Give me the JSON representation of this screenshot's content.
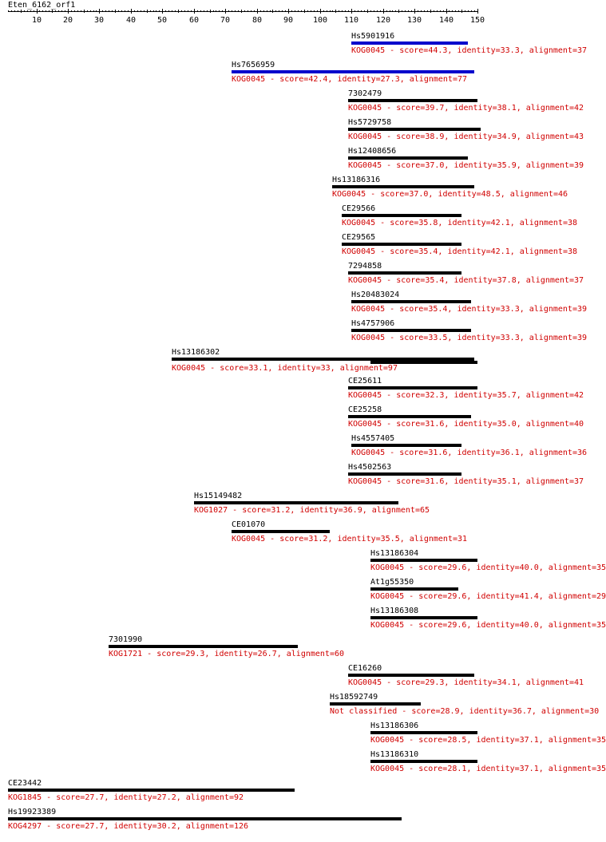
{
  "title": "Eten_6162_orf1",
  "axis": {
    "min": 1,
    "max": 150,
    "ticks": [
      10,
      20,
      30,
      40,
      50,
      60,
      70,
      80,
      90,
      100,
      110,
      120,
      130,
      140,
      150
    ]
  },
  "colors": {
    "bar_blue": "#0000cc",
    "bar_black": "#000000",
    "desc_red": "#d00000"
  },
  "hits": [
    {
      "name": "Hs5901916",
      "start": 110,
      "end": 147,
      "color": "blue",
      "desc": "KOG0045 - score=44.3, identity=33.3, alignment=37"
    },
    {
      "name": "Hs7656959",
      "start": 72,
      "end": 149,
      "color": "blue",
      "desc": "KOG0045 - score=42.4, identity=27.3, alignment=77"
    },
    {
      "name": "7302479",
      "start": 109,
      "end": 150,
      "color": "black",
      "desc": "KOG0045 - score=39.7, identity=38.1, alignment=42"
    },
    {
      "name": "Hs5729758",
      "start": 109,
      "end": 151,
      "color": "black",
      "desc": "KOG0045 - score=38.9, identity=34.9, alignment=43"
    },
    {
      "name": "Hs12408656",
      "start": 109,
      "end": 147,
      "color": "black",
      "desc": "KOG0045 - score=37.0, identity=35.9, alignment=39"
    },
    {
      "name": "Hs13186316",
      "start": 104,
      "end": 149,
      "color": "black",
      "desc": "KOG0045 - score=37.0, identity=48.5, alignment=46"
    },
    {
      "name": "CE29566",
      "start": 107,
      "end": 145,
      "color": "black",
      "desc": "KOG0045 - score=35.8, identity=42.1, alignment=38"
    },
    {
      "name": "CE29565",
      "start": 107,
      "end": 145,
      "color": "black",
      "desc": "KOG0045 - score=35.4, identity=42.1, alignment=38"
    },
    {
      "name": "7294858",
      "start": 109,
      "end": 145,
      "color": "black",
      "desc": "KOG0045 - score=35.4, identity=37.8, alignment=37"
    },
    {
      "name": "Hs20483024",
      "start": 110,
      "end": 148,
      "color": "black",
      "desc": "KOG0045 - score=35.4, identity=33.3, alignment=39"
    },
    {
      "name": "Hs4757906",
      "start": 110,
      "end": 148,
      "color": "black",
      "desc": "KOG0045 - score=33.5, identity=33.3, alignment=39"
    },
    {
      "name": "Hs13186302",
      "start": 53,
      "end": 149,
      "color": "black",
      "second": [
        116,
        150
      ],
      "desc": "KOG0045 - score=33.1, identity=33, alignment=97"
    },
    {
      "name": "CE25611",
      "start": 109,
      "end": 150,
      "color": "black",
      "desc": "KOG0045 - score=32.3, identity=35.7, alignment=42"
    },
    {
      "name": "CE25258",
      "start": 109,
      "end": 148,
      "color": "black",
      "desc": "KOG0045 - score=31.6, identity=35.0, alignment=40"
    },
    {
      "name": "Hs4557405",
      "start": 110,
      "end": 145,
      "color": "black",
      "desc": "KOG0045 - score=31.6, identity=36.1, alignment=36"
    },
    {
      "name": "Hs4502563",
      "start": 109,
      "end": 145,
      "color": "black",
      "desc": "KOG0045 - score=31.6, identity=35.1, alignment=37"
    },
    {
      "name": "Hs15149482",
      "start": 60,
      "end": 125,
      "color": "black",
      "desc": "KOG1027 - score=31.2, identity=36.9, alignment=65"
    },
    {
      "name": "CE01070",
      "start": 72,
      "end": 103,
      "color": "black",
      "desc": "KOG0045 - score=31.2, identity=35.5, alignment=31"
    },
    {
      "name": "Hs13186304",
      "start": 116,
      "end": 150,
      "color": "black",
      "desc": "KOG0045 - score=29.6, identity=40.0, alignment=35"
    },
    {
      "name": "At1g55350",
      "start": 116,
      "end": 144,
      "color": "black",
      "desc": "KOG0045 - score=29.6, identity=41.4, alignment=29"
    },
    {
      "name": "Hs13186308",
      "start": 116,
      "end": 150,
      "color": "black",
      "desc": "KOG0045 - score=29.6, identity=40.0, alignment=35"
    },
    {
      "name": "7301990",
      "start": 33,
      "end": 93,
      "color": "black",
      "desc": "KOG1721 - score=29.3, identity=26.7, alignment=60"
    },
    {
      "name": "CE16260",
      "start": 109,
      "end": 149,
      "color": "black",
      "desc": "KOG0045 - score=29.3, identity=34.1, alignment=41"
    },
    {
      "name": "Hs18592749",
      "start": 103,
      "end": 132,
      "color": "black",
      "desc": "Not classified - score=28.9, identity=36.7, alignment=30"
    },
    {
      "name": "Hs13186306",
      "start": 116,
      "end": 150,
      "color": "black",
      "desc": "KOG0045 - score=28.5, identity=37.1, alignment=35"
    },
    {
      "name": "Hs13186310",
      "start": 116,
      "end": 150,
      "color": "black",
      "desc": "KOG0045 - score=28.1, identity=37.1, alignment=35"
    },
    {
      "name": "CE23442",
      "start": 1,
      "end": 92,
      "color": "black",
      "desc": "KOG1845 - score=27.7, identity=27.2, alignment=92"
    },
    {
      "name": "Hs19923389",
      "start": 1,
      "end": 126,
      "color": "black",
      "desc": "KOG4297 - score=27.7, identity=30.2, alignment=126"
    }
  ]
}
